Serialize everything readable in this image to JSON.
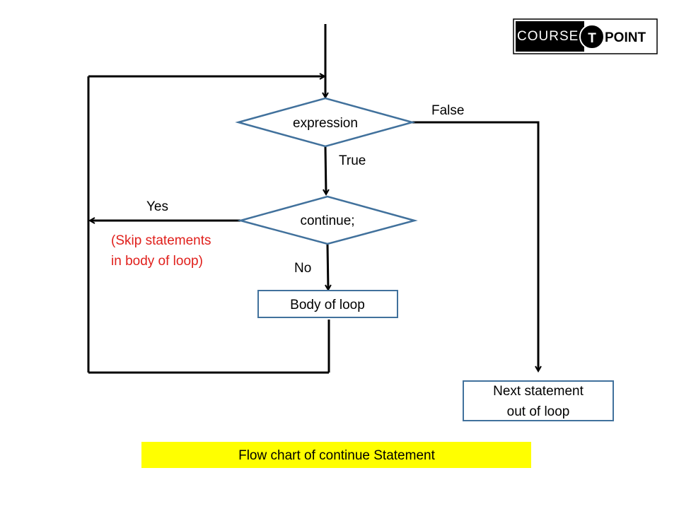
{
  "logo": {
    "left_text": "COURSE",
    "mark_letter": "T",
    "right_text": "POINT"
  },
  "nodes": {
    "expression": "expression",
    "continue": "continue;",
    "body": "Body of loop",
    "next_line1": "Next statement",
    "next_line2": "out of loop"
  },
  "edges": {
    "false_label": "False",
    "true_label": "True",
    "yes_label": "Yes",
    "no_label": "No"
  },
  "note": {
    "line1": "(Skip statements",
    "line2": "in body of loop)"
  },
  "caption": "Flow chart of  continue Statement",
  "colors": {
    "shape_stroke": "#41719c",
    "arrow": "#000000",
    "note": "#e0201c",
    "caption_bg": "#ffff00"
  }
}
